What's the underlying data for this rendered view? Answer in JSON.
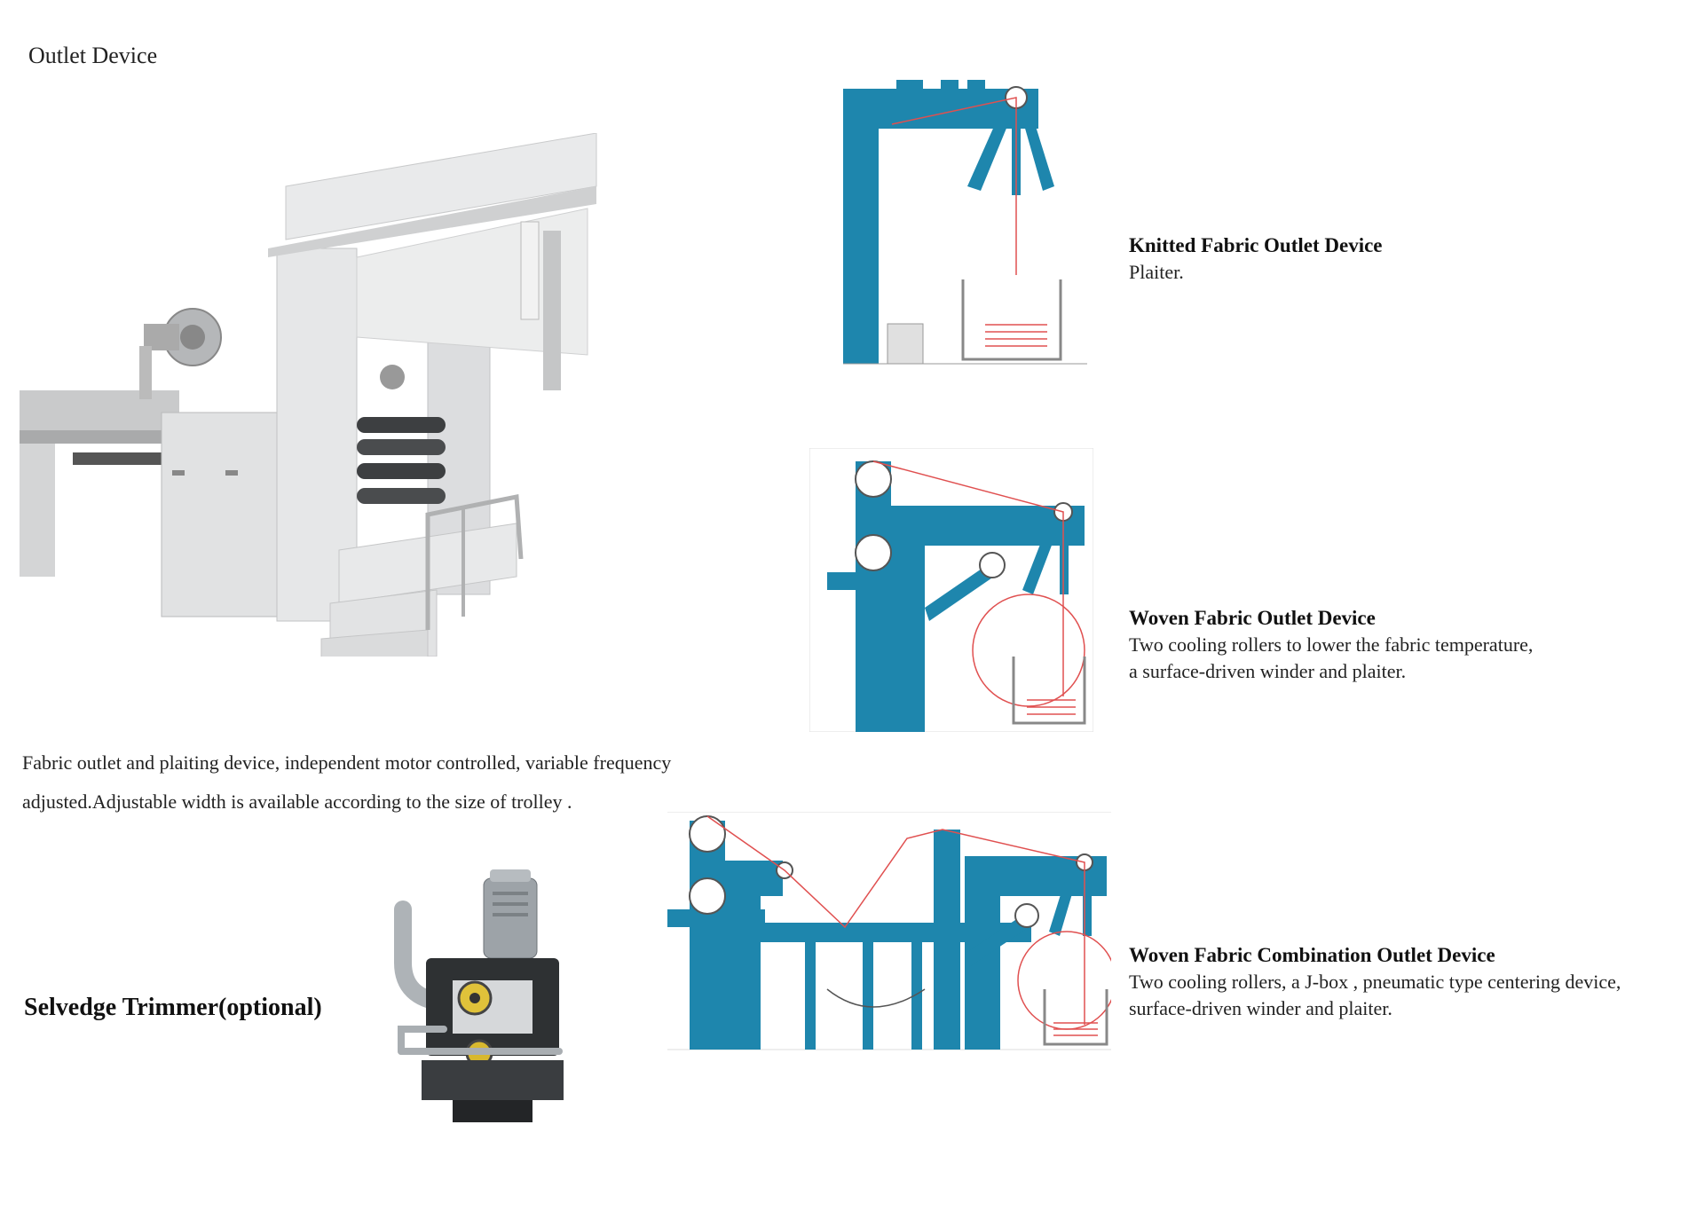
{
  "page": {
    "title": "Outlet Device",
    "description_line1": "Fabric outlet and plaiting device, independent motor controlled, variable frequency",
    "description_line2": "adjusted.Adjustable width is available according to the size of  trolley ."
  },
  "trimmer": {
    "title": "Selvedge Trimmer(optional)"
  },
  "devices": [
    {
      "title": "Knitted Fabric Outlet Device",
      "line1": "Plaiter.",
      "line2": ""
    },
    {
      "title": "Woven Fabric Outlet Device",
      "line1": "Two cooling rollers to lower the fabric temperature,",
      "line2": "a surface-driven winder and plaiter."
    },
    {
      "title": "Woven Fabric Combination Outlet Device",
      "line1": "Two cooling rollers, a J-box , pneumatic type centering device,",
      "line2": "surface-driven winder and plaiter."
    }
  ],
  "colors": {
    "frame_blue": "#1e86ad",
    "fabric_red": "#e05050",
    "machine_grey": "#d9dadb"
  }
}
